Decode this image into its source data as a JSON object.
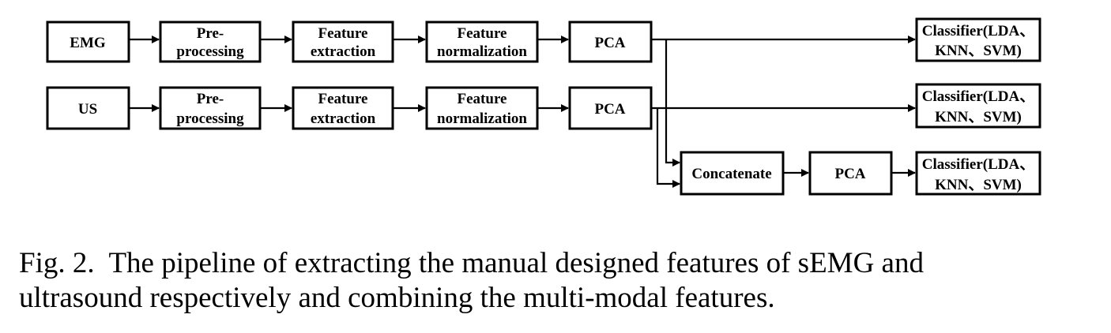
{
  "diagram": {
    "row1": {
      "input": "EMG",
      "preprocess": [
        "Pre-",
        "processing"
      ],
      "extract": [
        "Feature",
        "extraction"
      ],
      "normalize": [
        "Feature",
        "normalization"
      ],
      "pca": "PCA",
      "classifier": [
        "Classifier(LDA、",
        "KNN、SVM)"
      ]
    },
    "row2": {
      "input": "US",
      "preprocess": [
        "Pre-",
        "processing"
      ],
      "extract": [
        "Feature",
        "extraction"
      ],
      "normalize": [
        "Feature",
        "normalization"
      ],
      "pca": "PCA",
      "classifier": [
        "Classifier(LDA、",
        "KNN、SVM)"
      ]
    },
    "row3": {
      "concat": "Concatenate",
      "pca": "PCA",
      "classifier": [
        "Classifier(LDA、",
        "KNN、SVM)"
      ]
    }
  },
  "caption": {
    "line1": "Fig. 2.  The pipeline of extracting the manual designed features of sEMG and",
    "line2": "ultrasound respectively and combining the multi-modal features."
  }
}
